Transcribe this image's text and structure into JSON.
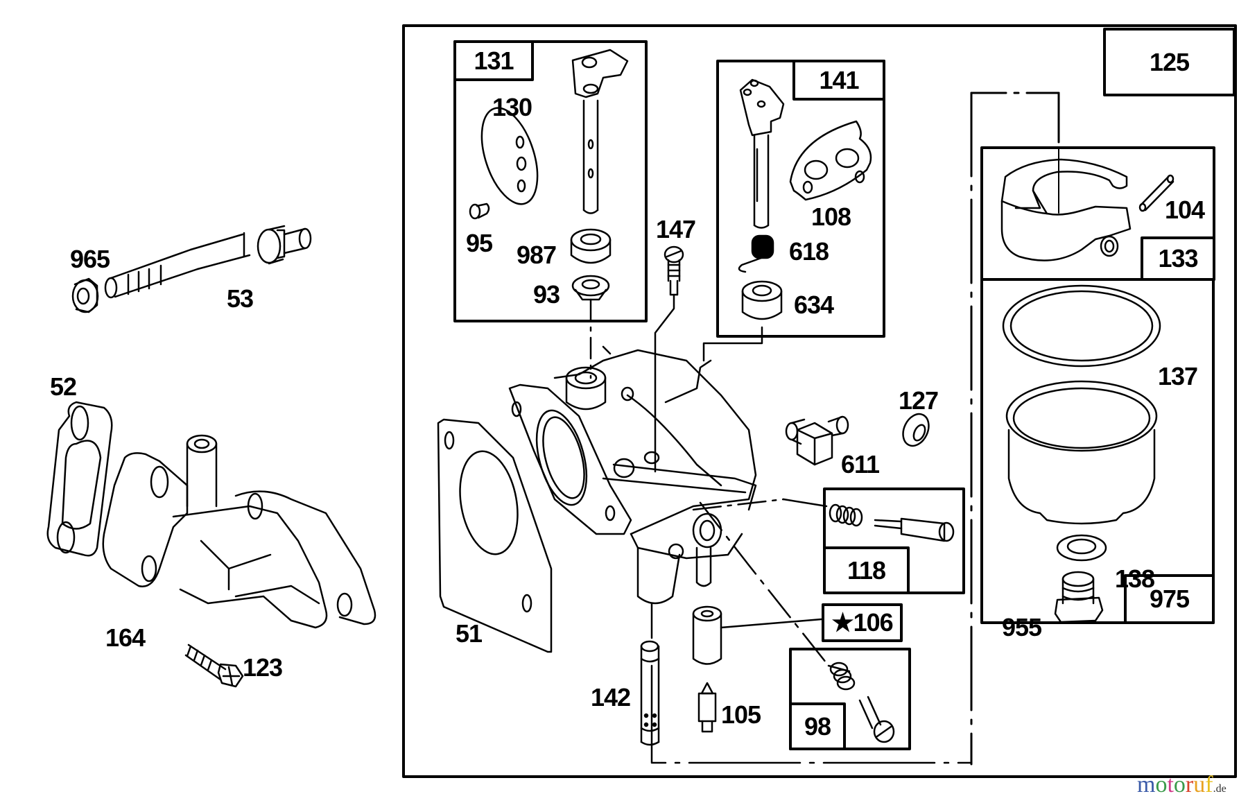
{
  "diagram": {
    "title": "Carburetor exploded parts diagram",
    "part_labels": {
      "p965": "965",
      "p53": "53",
      "p52": "52",
      "p164": "164",
      "p123": "123",
      "p131": "131",
      "p130": "130",
      "p95": "95",
      "p987": "987",
      "p93": "93",
      "p147": "147",
      "p141": "141",
      "p108": "108",
      "p618": "618",
      "p634": "634",
      "p125": "125",
      "p104": "104",
      "p133": "133",
      "p137": "137",
      "p138": "138",
      "p955": "955",
      "p975": "975",
      "p127": "127",
      "p611": "611",
      "p118": "118",
      "p106": "★106",
      "p51": "51",
      "p142": "142",
      "p105": "105",
      "p98": "98"
    },
    "kit_boxes": [
      {
        "id": "131",
        "contents": [
          "130",
          "95",
          "987",
          "93"
        ]
      },
      {
        "id": "141",
        "contents": [
          "108",
          "618",
          "634"
        ]
      },
      {
        "id": "133",
        "contents": [
          "104"
        ]
      },
      {
        "id": "975",
        "contents": [
          "137",
          "138",
          "955"
        ]
      },
      {
        "id": "118",
        "contents": []
      },
      {
        "id": "98",
        "contents": []
      },
      {
        "id": "125",
        "contents": []
      }
    ]
  },
  "watermark": {
    "letters": [
      "m",
      "o",
      "t",
      "o",
      "r",
      "u",
      "f"
    ],
    "colors": [
      "#3a5aa8",
      "#3a9a4a",
      "#d23a8a",
      "#3a9a4a",
      "#d8432a",
      "#e8a020",
      "#e8c020"
    ],
    "suffix": ".de"
  }
}
